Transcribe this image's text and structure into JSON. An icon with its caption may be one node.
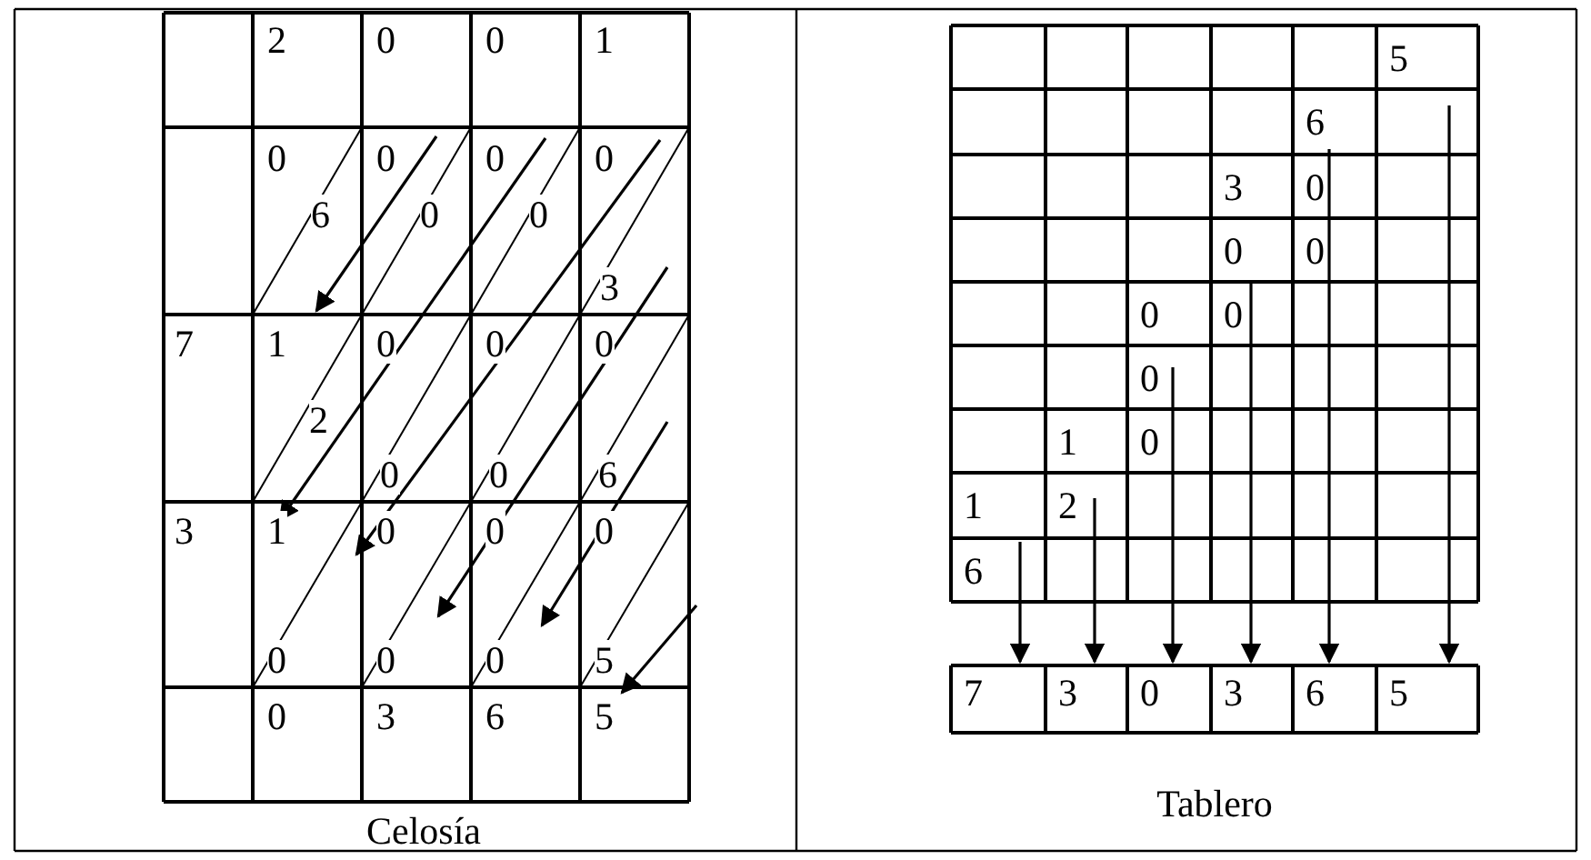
{
  "diagram": {
    "labels": [
      "2",
      "0",
      "0",
      "1",
      "0",
      "6",
      "0",
      "0",
      "0",
      "0",
      "0",
      "3",
      "7",
      "1",
      "2",
      "0",
      "0",
      "0",
      "0",
      "0",
      "6",
      "3",
      "1",
      "0",
      "0",
      "0",
      "0",
      "0",
      "0",
      "5",
      "0",
      "3",
      "6",
      "5",
      "Celosía",
      "5",
      "6",
      "3",
      "0",
      "0",
      "0",
      "0",
      "0",
      "0",
      "1",
      "0",
      "1",
      "2",
      "6",
      "7",
      "3",
      "0",
      "3",
      "6",
      "5",
      "Tablero"
    ]
  }
}
